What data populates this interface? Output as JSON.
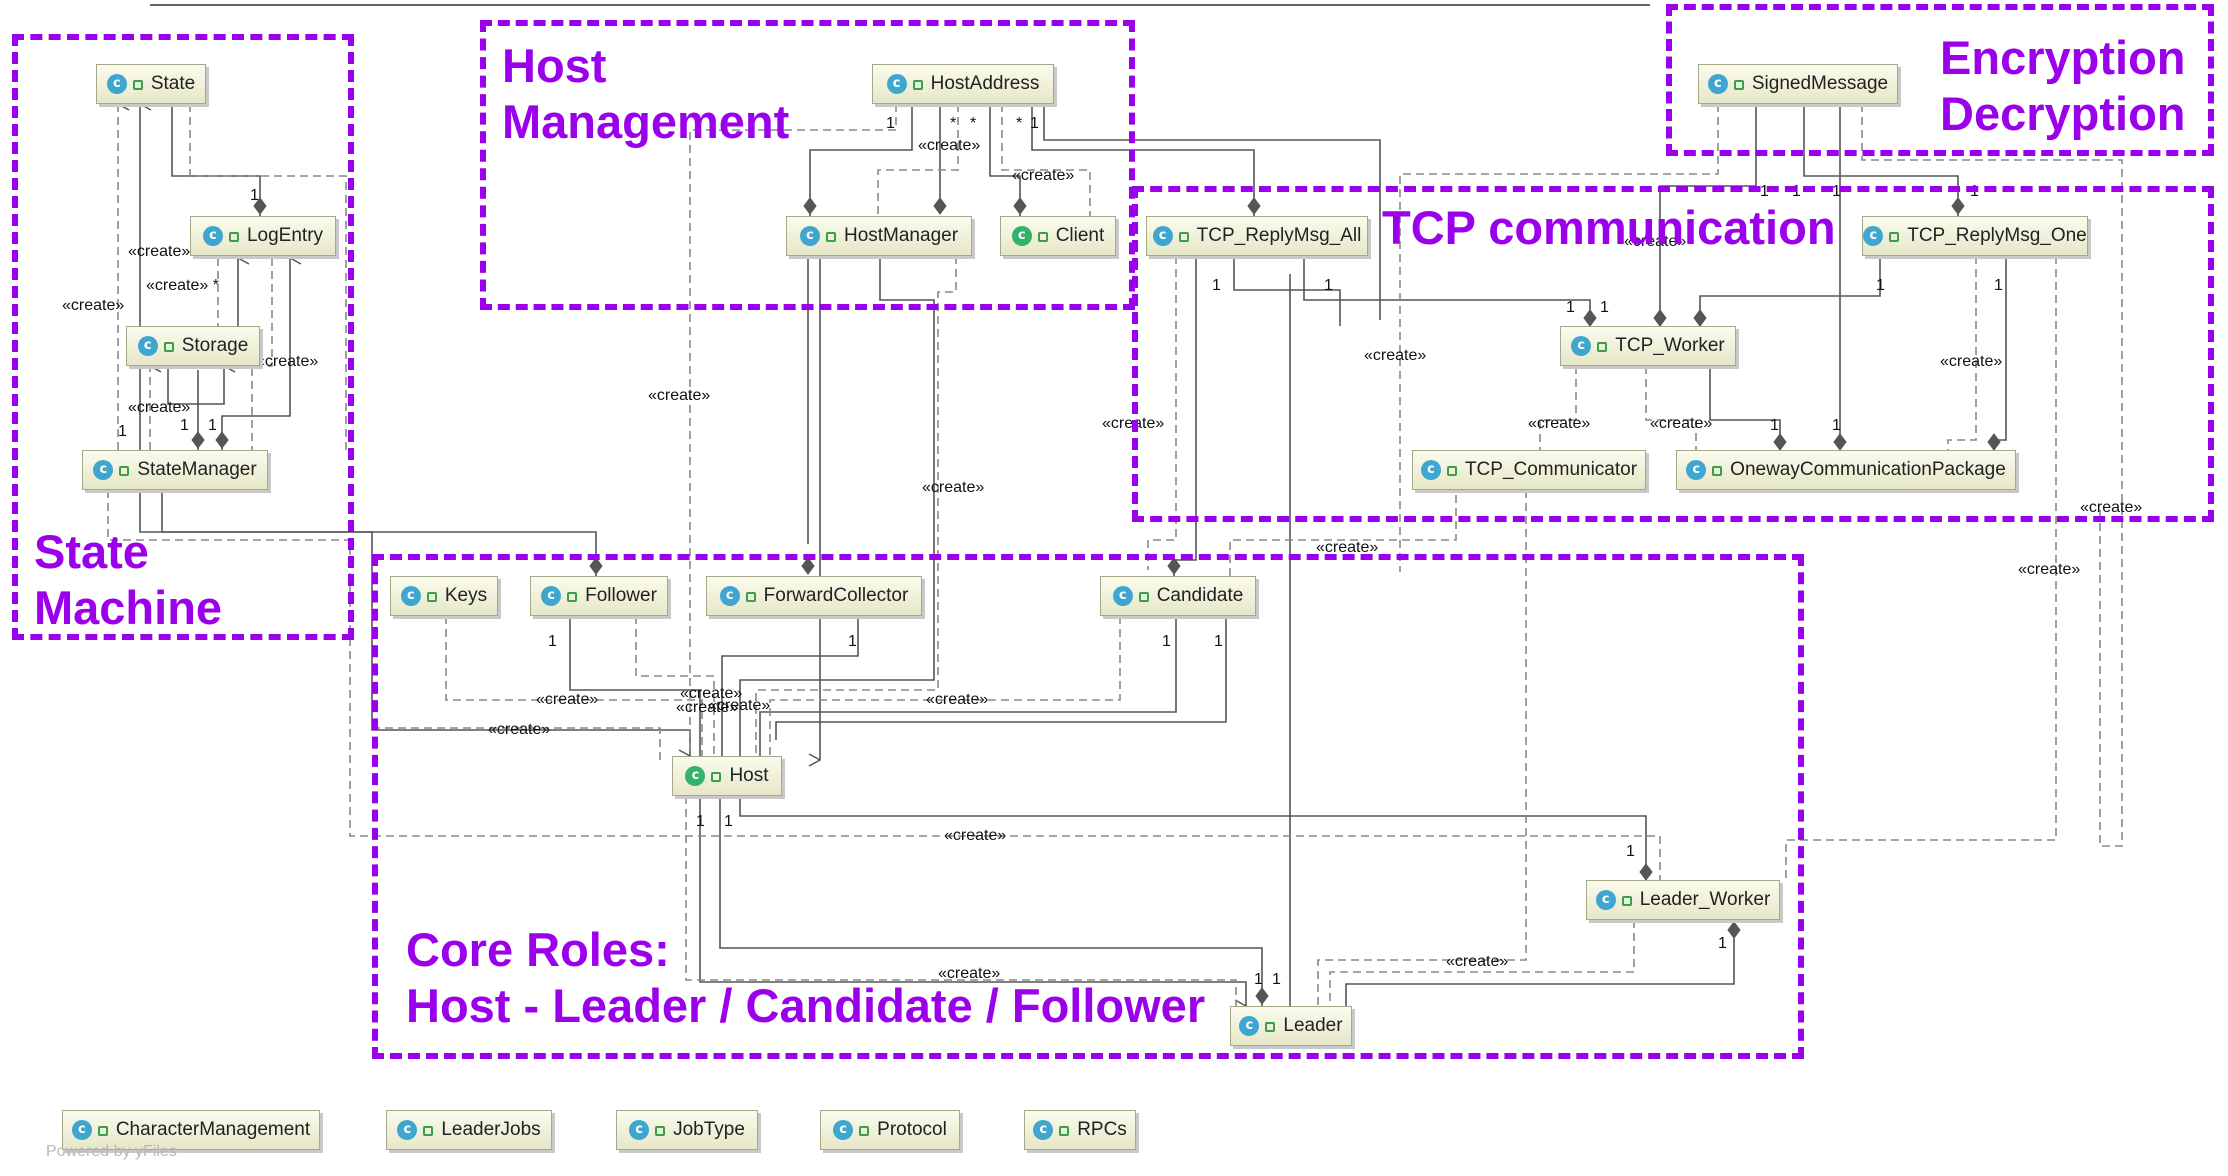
{
  "diagram": {
    "credit": "Powered by yFiles",
    "regions": [
      {
        "id": "state_machine",
        "label": "State\nMachine"
      },
      {
        "id": "host_management",
        "label": "Host\nManagement"
      },
      {
        "id": "encryption",
        "label": "Encryption\nDecryption"
      },
      {
        "id": "tcp",
        "label": "TCP communication"
      },
      {
        "id": "core_roles",
        "label": "Core Roles:\nHost - Leader / Candidate / Follower"
      }
    ],
    "classes": {
      "State": "State",
      "LogEntry": "LogEntry",
      "Storage": "Storage",
      "StateManager": "StateManager",
      "HostAddress": "HostAddress",
      "HostManager": "HostManager",
      "Client": "Client",
      "SignedMessage": "SignedMessage",
      "TCP_ReplyMsg_All": "TCP_ReplyMsg_All",
      "TCP_ReplyMsg_One": "TCP_ReplyMsg_One",
      "TCP_Worker": "TCP_Worker",
      "TCP_Communicator": "TCP_Communicator",
      "OnewayCommunicationPackage": "OnewayCommunicationPackage",
      "Keys": "Keys",
      "Follower": "Follower",
      "ForwardCollector": "ForwardCollector",
      "Candidate": "Candidate",
      "Host": "Host",
      "Leader_Worker": "Leader_Worker",
      "Leader": "Leader",
      "CharacterManagement": "CharacterManagement",
      "LeaderJobs": "LeaderJobs",
      "JobType": "JobType",
      "Protocol": "Protocol",
      "RPCs": "RPCs"
    },
    "edge_labels": {
      "create": "«create»",
      "create_star": "«create» *",
      "one": "1",
      "star": "*"
    },
    "colors": {
      "region": "#9b00ea",
      "class_icon": "#3fa7cf",
      "main_icon": "#32b36b",
      "edge": "#555555"
    }
  }
}
